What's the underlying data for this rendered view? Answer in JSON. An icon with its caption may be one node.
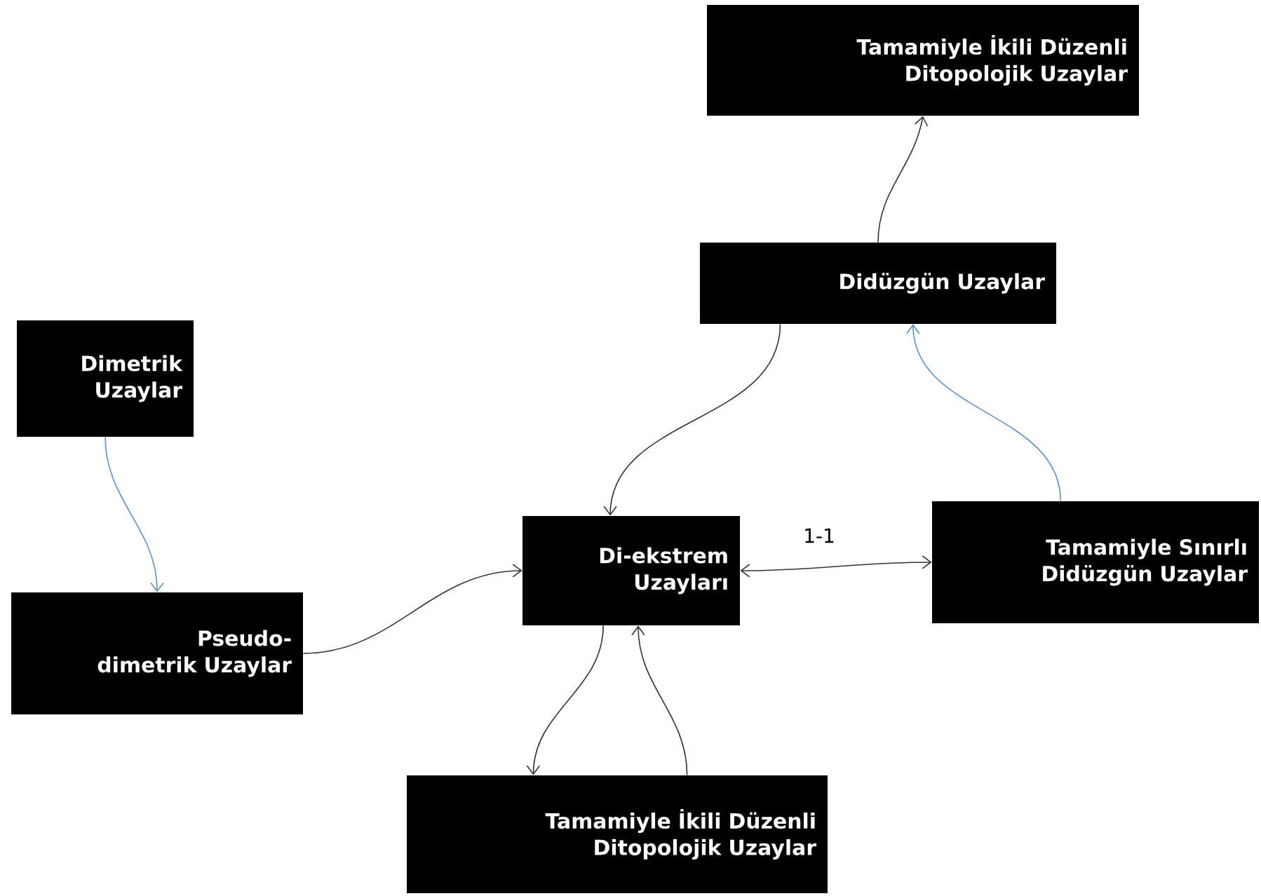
{
  "diagram": {
    "nodes": [
      {
        "text": [
          "Tamamiyle İkili Düzenli Ditopolojik Uzaylar"
        ]
      },
      {
        "text": [
          "Didüzgün Uzaylar"
        ]
      },
      {
        "text": [
          "Dimetrik Uzaylar"
        ]
      },
      {
        "text": [
          "Di-ekstrem Uzayları"
        ]
      },
      {
        "text": [
          "Tamamiyle Sınırlı Didüzgün Uzaylar"
        ]
      },
      {
        "text": [
          "Pseudo-dimetrik Uzaylar"
        ]
      },
      {
        "text": [
          "Tamamiyle İkili Düzenli Ditopolojik Uzaylar"
        ]
      }
    ],
    "edges": [
      {
        "from": 1,
        "to": 0,
        "arrow": "to"
      },
      {
        "from": 1,
        "to": 3,
        "arrow": "to"
      },
      {
        "from": 2,
        "to": 5,
        "arrow": "to",
        "color": "#5b8fd0"
      },
      {
        "from": 5,
        "to": 3,
        "arrow": "to"
      },
      {
        "from": 3,
        "to": 4,
        "arrow": "both",
        "label": "1-1"
      },
      {
        "from": 4,
        "to": 1,
        "arrow": "to",
        "color": "#5b8fd0"
      },
      {
        "from": 3,
        "to": 6,
        "arrow": "to"
      },
      {
        "from": 6,
        "to": 3,
        "arrow": "to"
      }
    ]
  }
}
